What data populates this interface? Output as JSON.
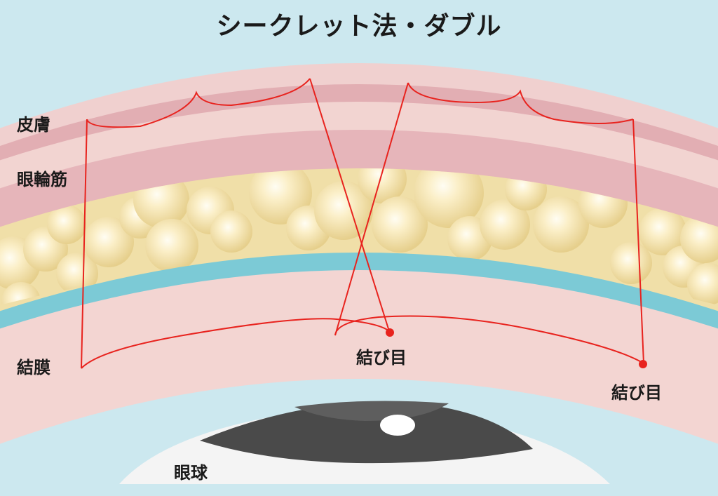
{
  "title": "シークレット法・ダブル",
  "labels": {
    "skin": "皮膚",
    "orbicularis": "眼輪筋",
    "conjunctiva": "結膜",
    "eyeball": "眼球",
    "knot_center": "結び目",
    "knot_right": "結び目"
  },
  "colors": {
    "background": "#cce8ef",
    "skin_outer": "#f0d0cf",
    "skin_band": "#e2aeb3",
    "muscle": "#e8b9bd",
    "fat": "#f0dfa8",
    "fat_globule": "#f6e6b6",
    "membrane": "#7ccad6",
    "conjunctiva": "#f3d5d2",
    "eyeball_white": "#f4f4f4",
    "iris": "#4a4a4a",
    "suture": "#e8231e"
  }
}
